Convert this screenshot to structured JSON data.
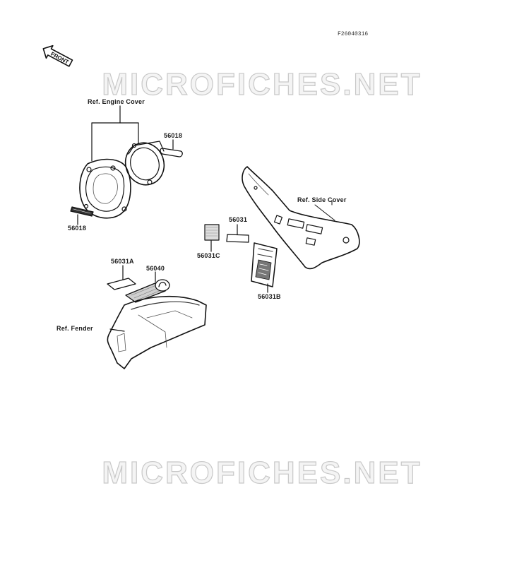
{
  "figure_code": "F26040316",
  "watermark": {
    "text": "MICROFICHES.NET"
  },
  "front_arrow": {
    "label": "FRONT"
  },
  "labels": {
    "ref_engine_cover": "Ref. Engine Cover",
    "part_56018_top": "56018",
    "part_56018_bottom": "56018",
    "ref_side_cover": "Ref. Side Cover",
    "part_56031": "56031",
    "part_56031c": "56031C",
    "part_56031b": "56031B",
    "part_56031a": "56031A",
    "part_56040": "56040",
    "ref_fender": "Ref. Fender"
  }
}
